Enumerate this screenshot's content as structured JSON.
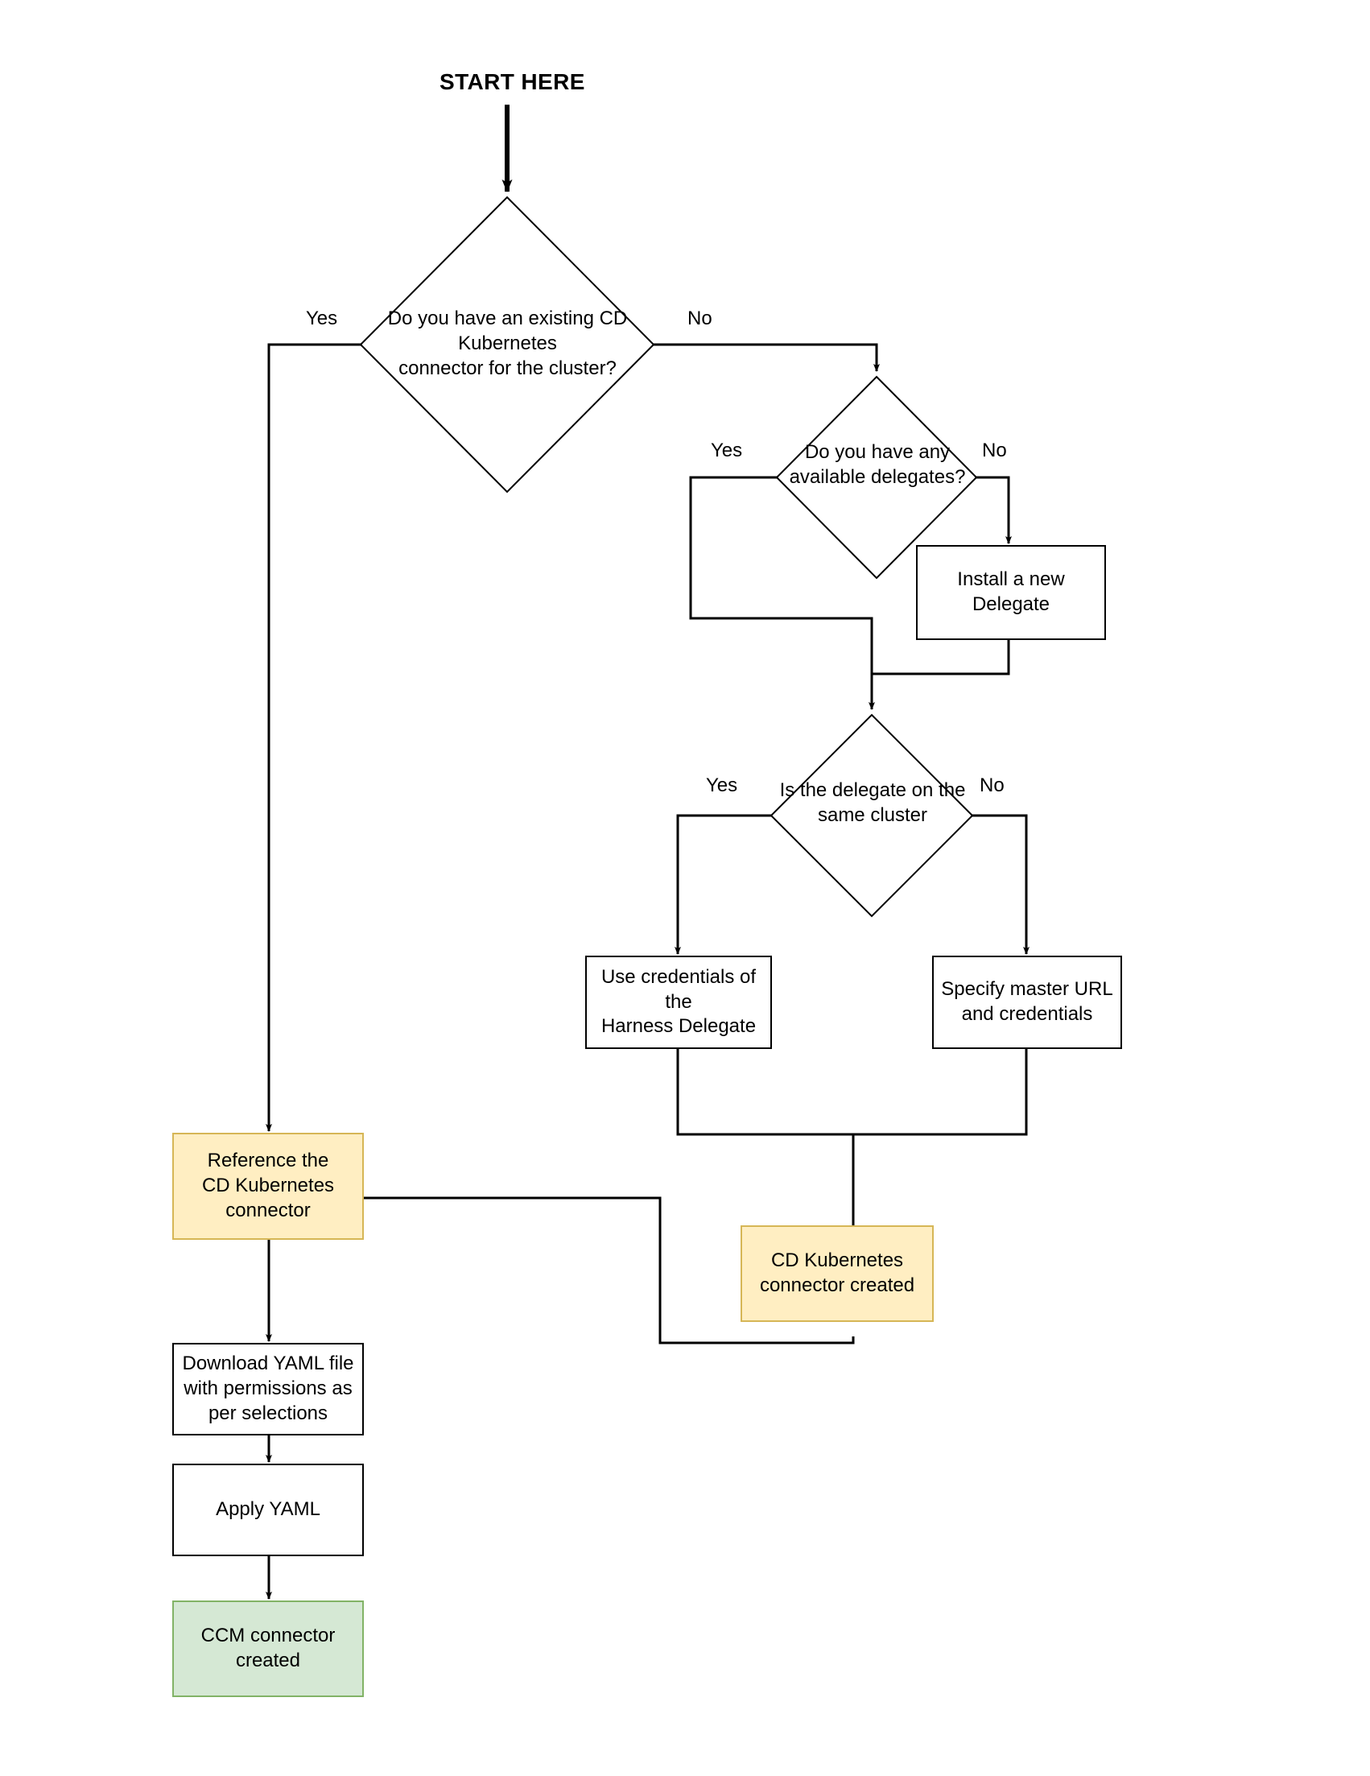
{
  "diagram": {
    "title": "START HERE",
    "type": "flowchart",
    "colors": {
      "line": "#000000",
      "box_border": "#000000",
      "box_fill": "#ffffff",
      "yellow_fill": "#ffeec2",
      "yellow_border": "#d6b656",
      "green_fill": "#d5e8d4",
      "green_border": "#82b366",
      "text": "#000000"
    },
    "decisions": [
      {
        "id": "d1",
        "text": "Do you have an existing CD\nKubernetes\nconnector for the cluster?",
        "yes_label": "Yes",
        "no_label": "No"
      },
      {
        "id": "d2",
        "text": "Do you have any\navailable delegates?",
        "yes_label": "Yes",
        "no_label": "No"
      },
      {
        "id": "d3",
        "text": "Is the delegate on the\nsame cluster",
        "yes_label": "Yes",
        "no_label": "No"
      }
    ],
    "processes": [
      {
        "id": "p_install_delegate",
        "text": "Install a new\nDelegate"
      },
      {
        "id": "p_use_credentials",
        "text": "Use credentials of the\nHarness Delegate"
      },
      {
        "id": "p_specify_master_url",
        "text": "Specify master URL\nand credentials"
      },
      {
        "id": "p_download_yaml",
        "text": "Download YAML file\nwith permissions as\nper selections"
      },
      {
        "id": "p_apply_yaml",
        "text": "Apply YAML"
      }
    ],
    "outcomes": [
      {
        "id": "o_reference_connector",
        "text": "Reference the\nCD Kubernetes\nconnector",
        "color": "yellow"
      },
      {
        "id": "o_cd_connector_created",
        "text": "CD Kubernetes\nconnector created",
        "color": "yellow"
      },
      {
        "id": "o_ccm_connector_created",
        "text": "CCM connector\ncreated",
        "color": "green"
      }
    ]
  }
}
